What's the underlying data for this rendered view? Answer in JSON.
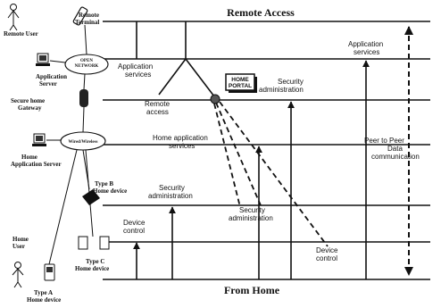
{
  "title_top": "Remote Access",
  "title_bottom": "From Home",
  "left_labels": {
    "remote_user": "Remote User",
    "remote_terminal": "Remote Terminal",
    "open_network": "OPEN NETWORK",
    "application_server": "Application Server",
    "secure_gateway": "Secure home Gateway",
    "wired_wireless": "Wired/Wireless",
    "home_app_server": "Home Application Server",
    "type_b": "Type B Home device",
    "home_user": "Home User",
    "type_c": "Type C Home device",
    "type_a": "Type A Home device"
  },
  "home_portal": "HOME PORTAL",
  "labels": {
    "application_services_left": "Application services",
    "remote_access": "Remote access",
    "security_admin_top": "Security administration",
    "application_services_right": "Application services",
    "home_application_services": "Home application services",
    "peer_to_peer": "Peer to Peer Data communication",
    "security_admin_mid": "Security administration",
    "security_admin_dashed": "Security administration",
    "device_control_left": "Device control",
    "device_control_right": "Device control"
  },
  "colors": {
    "line": "#111111",
    "portal_dot": "#555555"
  }
}
